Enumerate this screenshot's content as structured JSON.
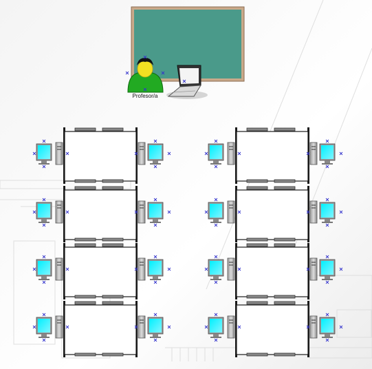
{
  "diagram": {
    "teacher_label": "Profesor/a",
    "colors": {
      "blackboard": "#4a9a8a",
      "blackboard_frame": "#c9a98a",
      "person_body": "#22aa22",
      "person_head": "#f3e022",
      "monitor_screen": "#00e5ff",
      "tower": "#c8c8c8",
      "table_frame": "#1a1a1a",
      "connector_marker": "#3333cc"
    },
    "rows": 4,
    "tables_per_row": 2,
    "computers_per_table": 2,
    "icons": [
      "blackboard",
      "teacher-person-icon",
      "laptop-icon",
      "desktop-computer-icon"
    ]
  }
}
